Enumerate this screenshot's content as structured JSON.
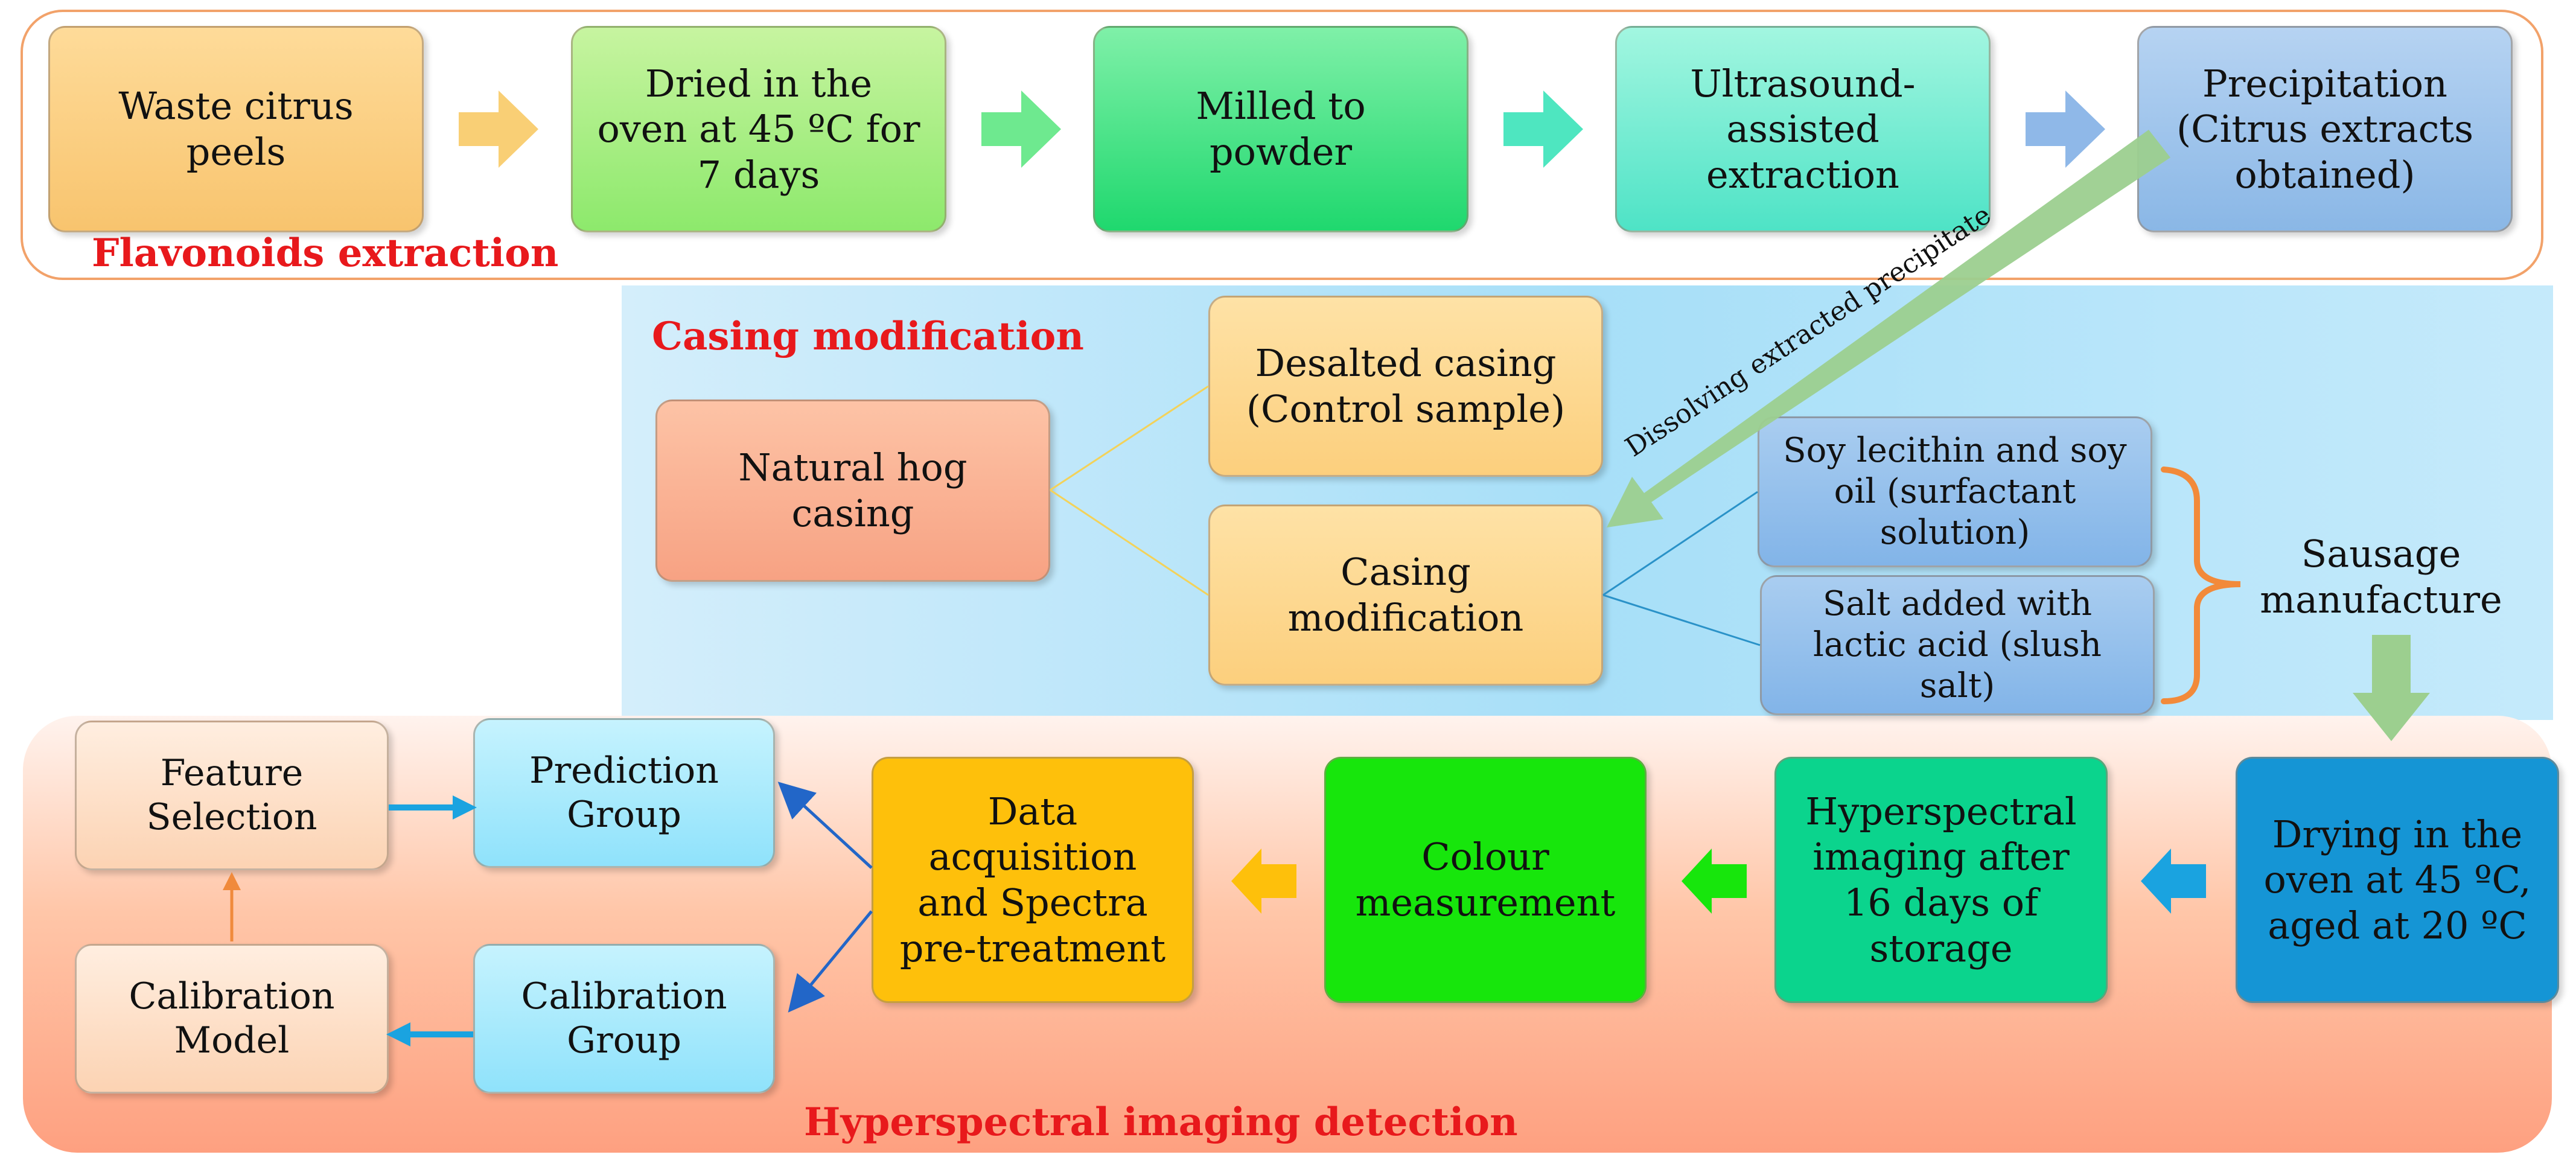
{
  "sections": {
    "flavonoids": "Flavonoids extraction",
    "casing": "Casing modification",
    "hyperspectral": "Hyperspectral imaging detection"
  },
  "row1": [
    "Waste citrus\npeels",
    "Dried in the\noven at 45 ºC for\n7 days",
    "Milled to\npowder",
    "Ultrasound-\nassisted\nextraction",
    "Precipitation\n(Citrus extracts\nobtained)"
  ],
  "casing": {
    "natural_hog": "Natural hog\ncasing",
    "desalted": "Desalted casing\n(Control sample)",
    "modification": "Casing\nmodification",
    "soy": "Soy lecithin and soy\noil (surfactant\nsolution)",
    "salt": "Salt added with\nlactic acid (slush salt)",
    "dissolving": "Dissolving extracted precipitate",
    "sausage": "Sausage\nmanufacture"
  },
  "row3": {
    "drying": "Drying in the\noven at 45 ºC,\naged at 20 ºC",
    "hyperspectral": "Hyperspectral\nimaging after\n16 days of\nstorage",
    "colour": "Colour\nmeasurement",
    "data_acq": "Data\nacquisition\nand Spectra\npre-treatment",
    "prediction": "Prediction\nGroup",
    "calibration_group": "Calibration\nGroup",
    "feature": "Feature\nSelection",
    "calibration_model": "Calibration\nModel"
  },
  "colors": {
    "section_label": "#e8191c",
    "arrow_row1_1": "#f9cf75",
    "arrow_row1_2": "#6ee98f",
    "arrow_row1_3": "#4ee6c0",
    "arrow_row1_4": "#8fb8e8",
    "dissolve_arrow": "#9ccf8f",
    "bracket": "#f28a3a",
    "blue_arrow": "#1aa3e0",
    "orange_line": "#f08a3c",
    "nav_blue": "#2266c8"
  }
}
